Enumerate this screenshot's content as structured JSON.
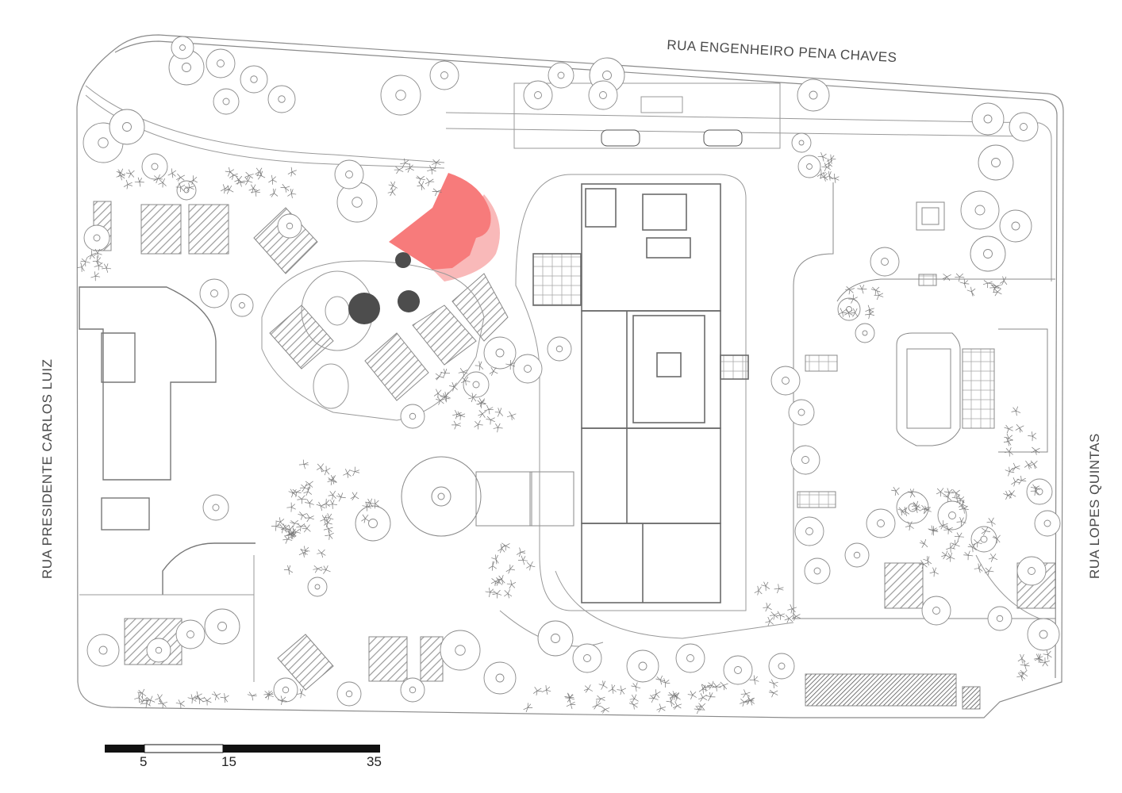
{
  "streets": {
    "north": "RUA ENGENHEIRO PENA CHAVES",
    "west": "RUA PRESIDENTE CARLOS LUIZ",
    "east": "RUA LOPES QUINTAS"
  },
  "scale_bar": {
    "labels": [
      "5",
      "15",
      "35"
    ]
  },
  "colors": {
    "highlight_main": "#f77b7b",
    "highlight_light": "#f9b9b9",
    "line": "#8a8a8a",
    "dark_tree": "#4d4d4d",
    "hatch": "#9a9a9a"
  }
}
